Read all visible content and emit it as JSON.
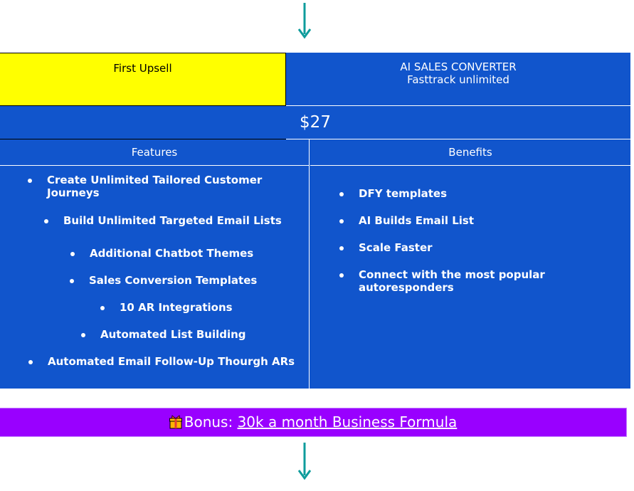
{
  "arrow_color": "#0e9c9c",
  "header": {
    "label": "First Upsell",
    "product_name": "AI SALES CONVERTER",
    "product_variant": "Fasttrack unlimited"
  },
  "price": "$27",
  "columns": {
    "features_label": "Features",
    "benefits_label": "Benefits"
  },
  "features": [
    "Create Unlimited Tailored Customer Journeys",
    "Build Unlimited Targeted Email Lists",
    "Additional Chatbot Themes",
    "Sales Conversion Templates",
    "10 AR Integrations",
    "Automated List Building",
    "Automated Email Follow-Up Thourgh ARs"
  ],
  "benefits": [
    "DFY templates",
    "AI Builds Email List",
    "Scale Faster",
    "Connect with the most popular autoresponders"
  ],
  "bonus": {
    "icon": "gift-icon",
    "prefix": "Bonus:",
    "link_text": "30k a month Business Formula"
  },
  "colors": {
    "table_blue": "#1155cc",
    "highlight_yellow": "#ffff00",
    "bonus_purple": "#9900ff"
  }
}
